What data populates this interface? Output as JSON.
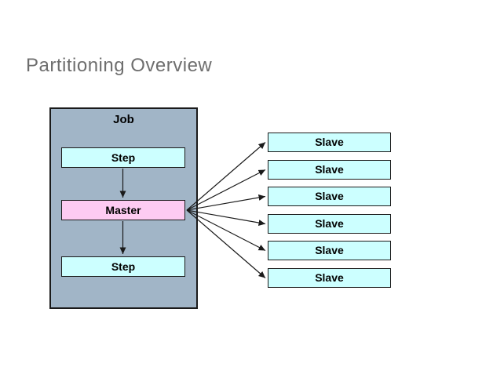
{
  "title": "Partitioning Overview",
  "job": {
    "label": "Job"
  },
  "steps": [
    "Step",
    "Step"
  ],
  "master": {
    "label": "Master"
  },
  "slaves": [
    "Slave",
    "Slave",
    "Slave",
    "Slave",
    "Slave",
    "Slave"
  ],
  "connections": {
    "flow": "Step -> Master -> Step",
    "master_to_slave_count": 6
  },
  "colors": {
    "job_bg": "#A1B5C7",
    "step_bg": "#CCFFFF",
    "master_bg": "#FDCBF2",
    "slave_bg": "#CCFFFF",
    "box_border": "#1a1a1a",
    "arrow": "#1a1a1a",
    "title": "#6e6e6e"
  }
}
